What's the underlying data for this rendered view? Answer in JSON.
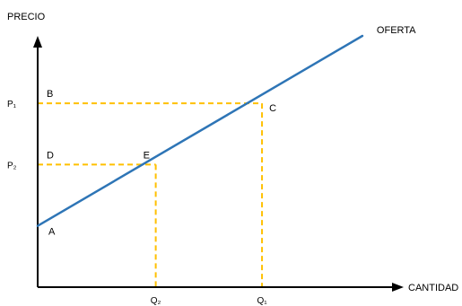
{
  "chart_data": {
    "type": "line",
    "title": "",
    "xlabel": "CANTIDAD",
    "ylabel": "PRECIO",
    "grid": false,
    "legend": "none",
    "series": [
      {
        "name": "OFERTA",
        "color": "#2e75b6",
        "points": [
          {
            "x": 0,
            "y": 1.0
          },
          {
            "x": 5.5,
            "y": 4.1
          }
        ]
      }
    ],
    "x_ticks": [
      {
        "label": "Q₂",
        "value": 2.0
      },
      {
        "label": "Q₁",
        "value": 3.8
      }
    ],
    "y_ticks": [
      {
        "label": "P₁",
        "value": 3.0
      },
      {
        "label": "P₂",
        "value": 2.0
      }
    ],
    "points": [
      {
        "label": "A",
        "x": 0,
        "y": 1.0
      },
      {
        "label": "B",
        "x": 0,
        "y": 3.0
      },
      {
        "label": "C",
        "x": 3.8,
        "y": 3.0
      },
      {
        "label": "D",
        "x": 0,
        "y": 2.0
      },
      {
        "label": "E",
        "x": 2.0,
        "y": 2.0
      }
    ],
    "guide_color": "#ffc000",
    "guides": [
      {
        "from": "B",
        "to": "C"
      },
      {
        "from": "D",
        "to": "E"
      },
      {
        "from": "C",
        "to_axis": "x"
      },
      {
        "from": "E",
        "to_axis": "x"
      }
    ],
    "xlim": [
      0,
      6.2
    ],
    "ylim": [
      0,
      4.1
    ]
  }
}
